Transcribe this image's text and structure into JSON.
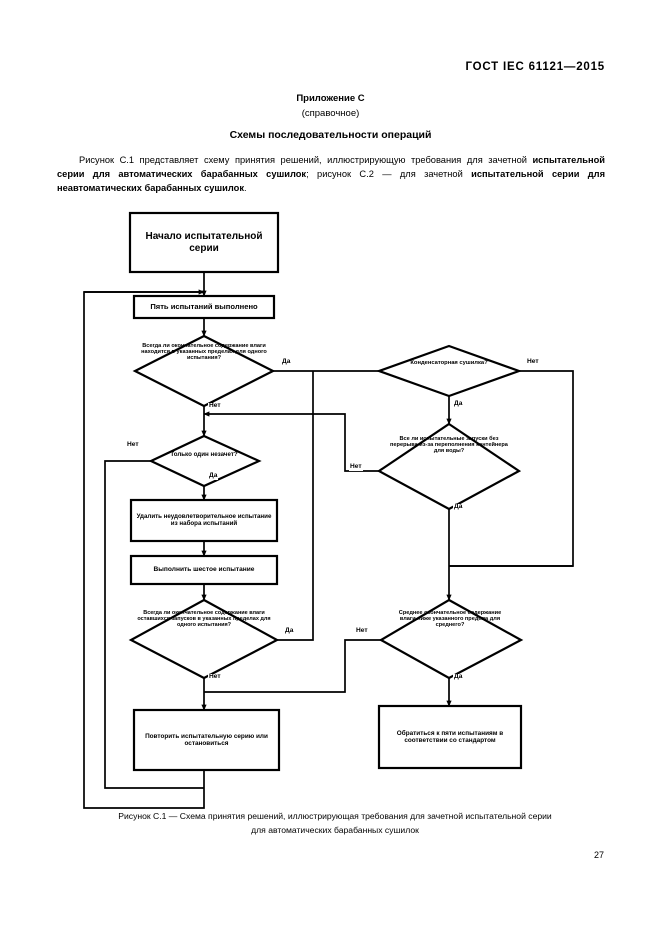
{
  "document": {
    "header": "ГОСТ IEC  61121—2015",
    "annex_title": "Приложение С",
    "annex_subtitle": "(справочное)",
    "section_title": "Схемы последовательности операций",
    "body_paragraph_part1": "Рисунок С.1 представляет схему принятия решений, иллюстрирующую требования для зачетной ",
    "body_paragraph_bold1": "испытательной серии для автоматических барабанных сушилок",
    "body_paragraph_part2": "; рисунок С.2 — для зачетной ",
    "body_paragraph_bold2": "испытательной серии для неавтоматических барабанных сушилок",
    "body_paragraph_part3": ".",
    "figure_caption_line1": "Рисунок С.1 — Схема принятия решений, иллюстрирующая требования для зачетной испытательной серии",
    "figure_caption_line2": "для автоматических барабанных сушилок",
    "page_number": "27"
  },
  "flowchart": {
    "nodes": {
      "start": "Начало испытательной серии",
      "five_tests_done": "Пять испытаний выполнено",
      "decision_moisture_single": "Всегда ли окончательное содержание влаги находится в указанных пределах для одного испытания?",
      "decision_condenser": "Конденсаторная сушилка?",
      "decision_only_one_fail": "Только один незачет?",
      "decision_no_interrupt": "Все ли испытательные запуски без перерыва из-за переполнения контейнера для воды?",
      "remove_test": "Удалить неудовлетворительное испытание из набора испытаний",
      "sixth_test": "Выполнить шестое испытание",
      "decision_remaining_runs": "Всегда ли окончательное содержание влаги оставшихся запусков в указанных пределах для одного испытания?",
      "decision_average_below": "Среднее окончательное содержание влаги ниже указанного предела для среднего?",
      "repeat_or_stop": "Повторить испытательную серию или остановиться",
      "refer_five_tests": "Обратиться к пяти испытаниям в соответствии со стандартом"
    },
    "edge_labels": {
      "yes_moisture": "Да",
      "no_moisture": "Нет",
      "no_condenser": "Нет",
      "yes_condenser": "Да",
      "no_only_one": "Нет",
      "yes_only_one": "Да",
      "no_interrupt": "Нет",
      "yes_interrupt": "Да",
      "yes_remaining": "Да",
      "no_remaining": "Нет",
      "no_average": "Нет",
      "yes_average": "Да"
    }
  }
}
